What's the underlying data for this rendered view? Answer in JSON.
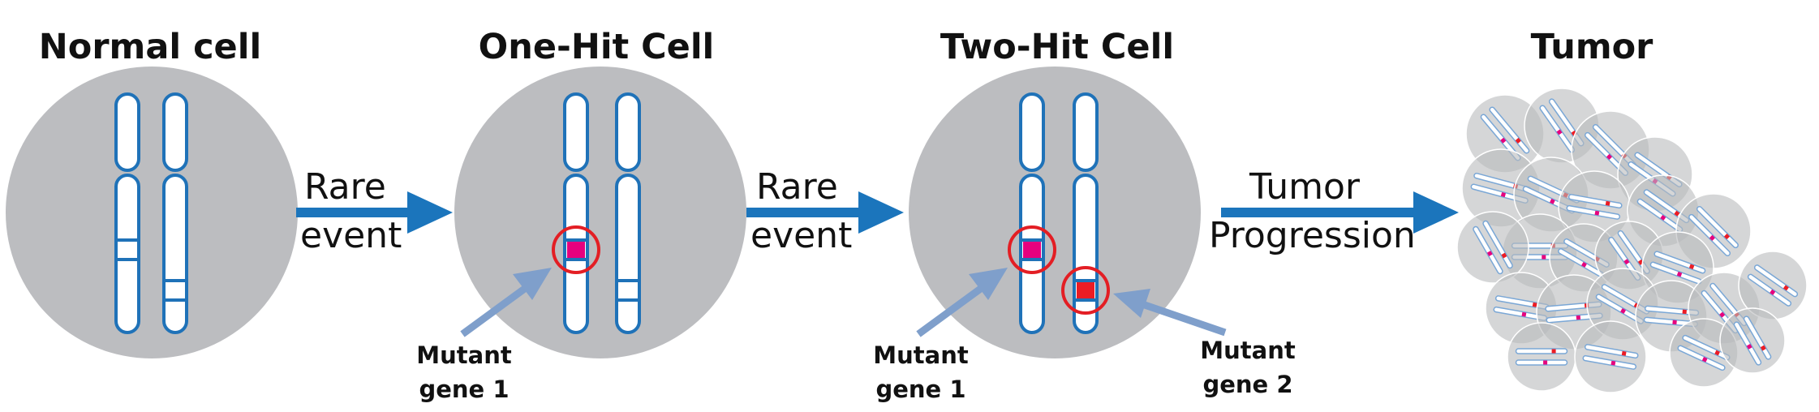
{
  "titles": {
    "normal": "Normal cell",
    "one_hit": "One-Hit Cell",
    "two_hit": "Two-Hit Cell",
    "tumor": "Tumor"
  },
  "arrows": {
    "first": [
      "Rare",
      "event"
    ],
    "second": [
      "Rare",
      "event"
    ],
    "third": [
      "Tumor",
      "Progression"
    ]
  },
  "mutant_labels": {
    "one_hit_gene1": [
      "Mutant",
      "gene 1"
    ],
    "two_hit_gene1": [
      "Mutant",
      "gene 1"
    ],
    "two_hit_gene2": [
      "Mutant",
      "gene 2"
    ]
  },
  "colors": {
    "cell": "#bcbdc0",
    "chromosome_stroke": "#1f72b8",
    "arrow": "#1b75bc",
    "pointer": "#7f9fcb",
    "mutation1": "#e6007e",
    "mutation2": "#ec1c24",
    "circle": "#e31e24"
  }
}
